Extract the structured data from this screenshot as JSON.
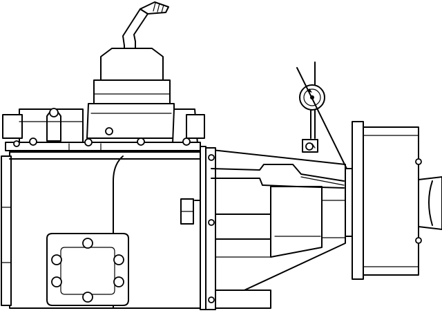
{
  "figure": {
    "subject": "transmission-assembly-with-dial-indicator",
    "line_color": "#000000",
    "background": "#ffffff",
    "components": [
      "shift-lever",
      "shift-tower",
      "top-cover",
      "main-case",
      "pto-cover",
      "rear-extension-housing",
      "output-yoke-flange",
      "dial-indicator"
    ]
  }
}
